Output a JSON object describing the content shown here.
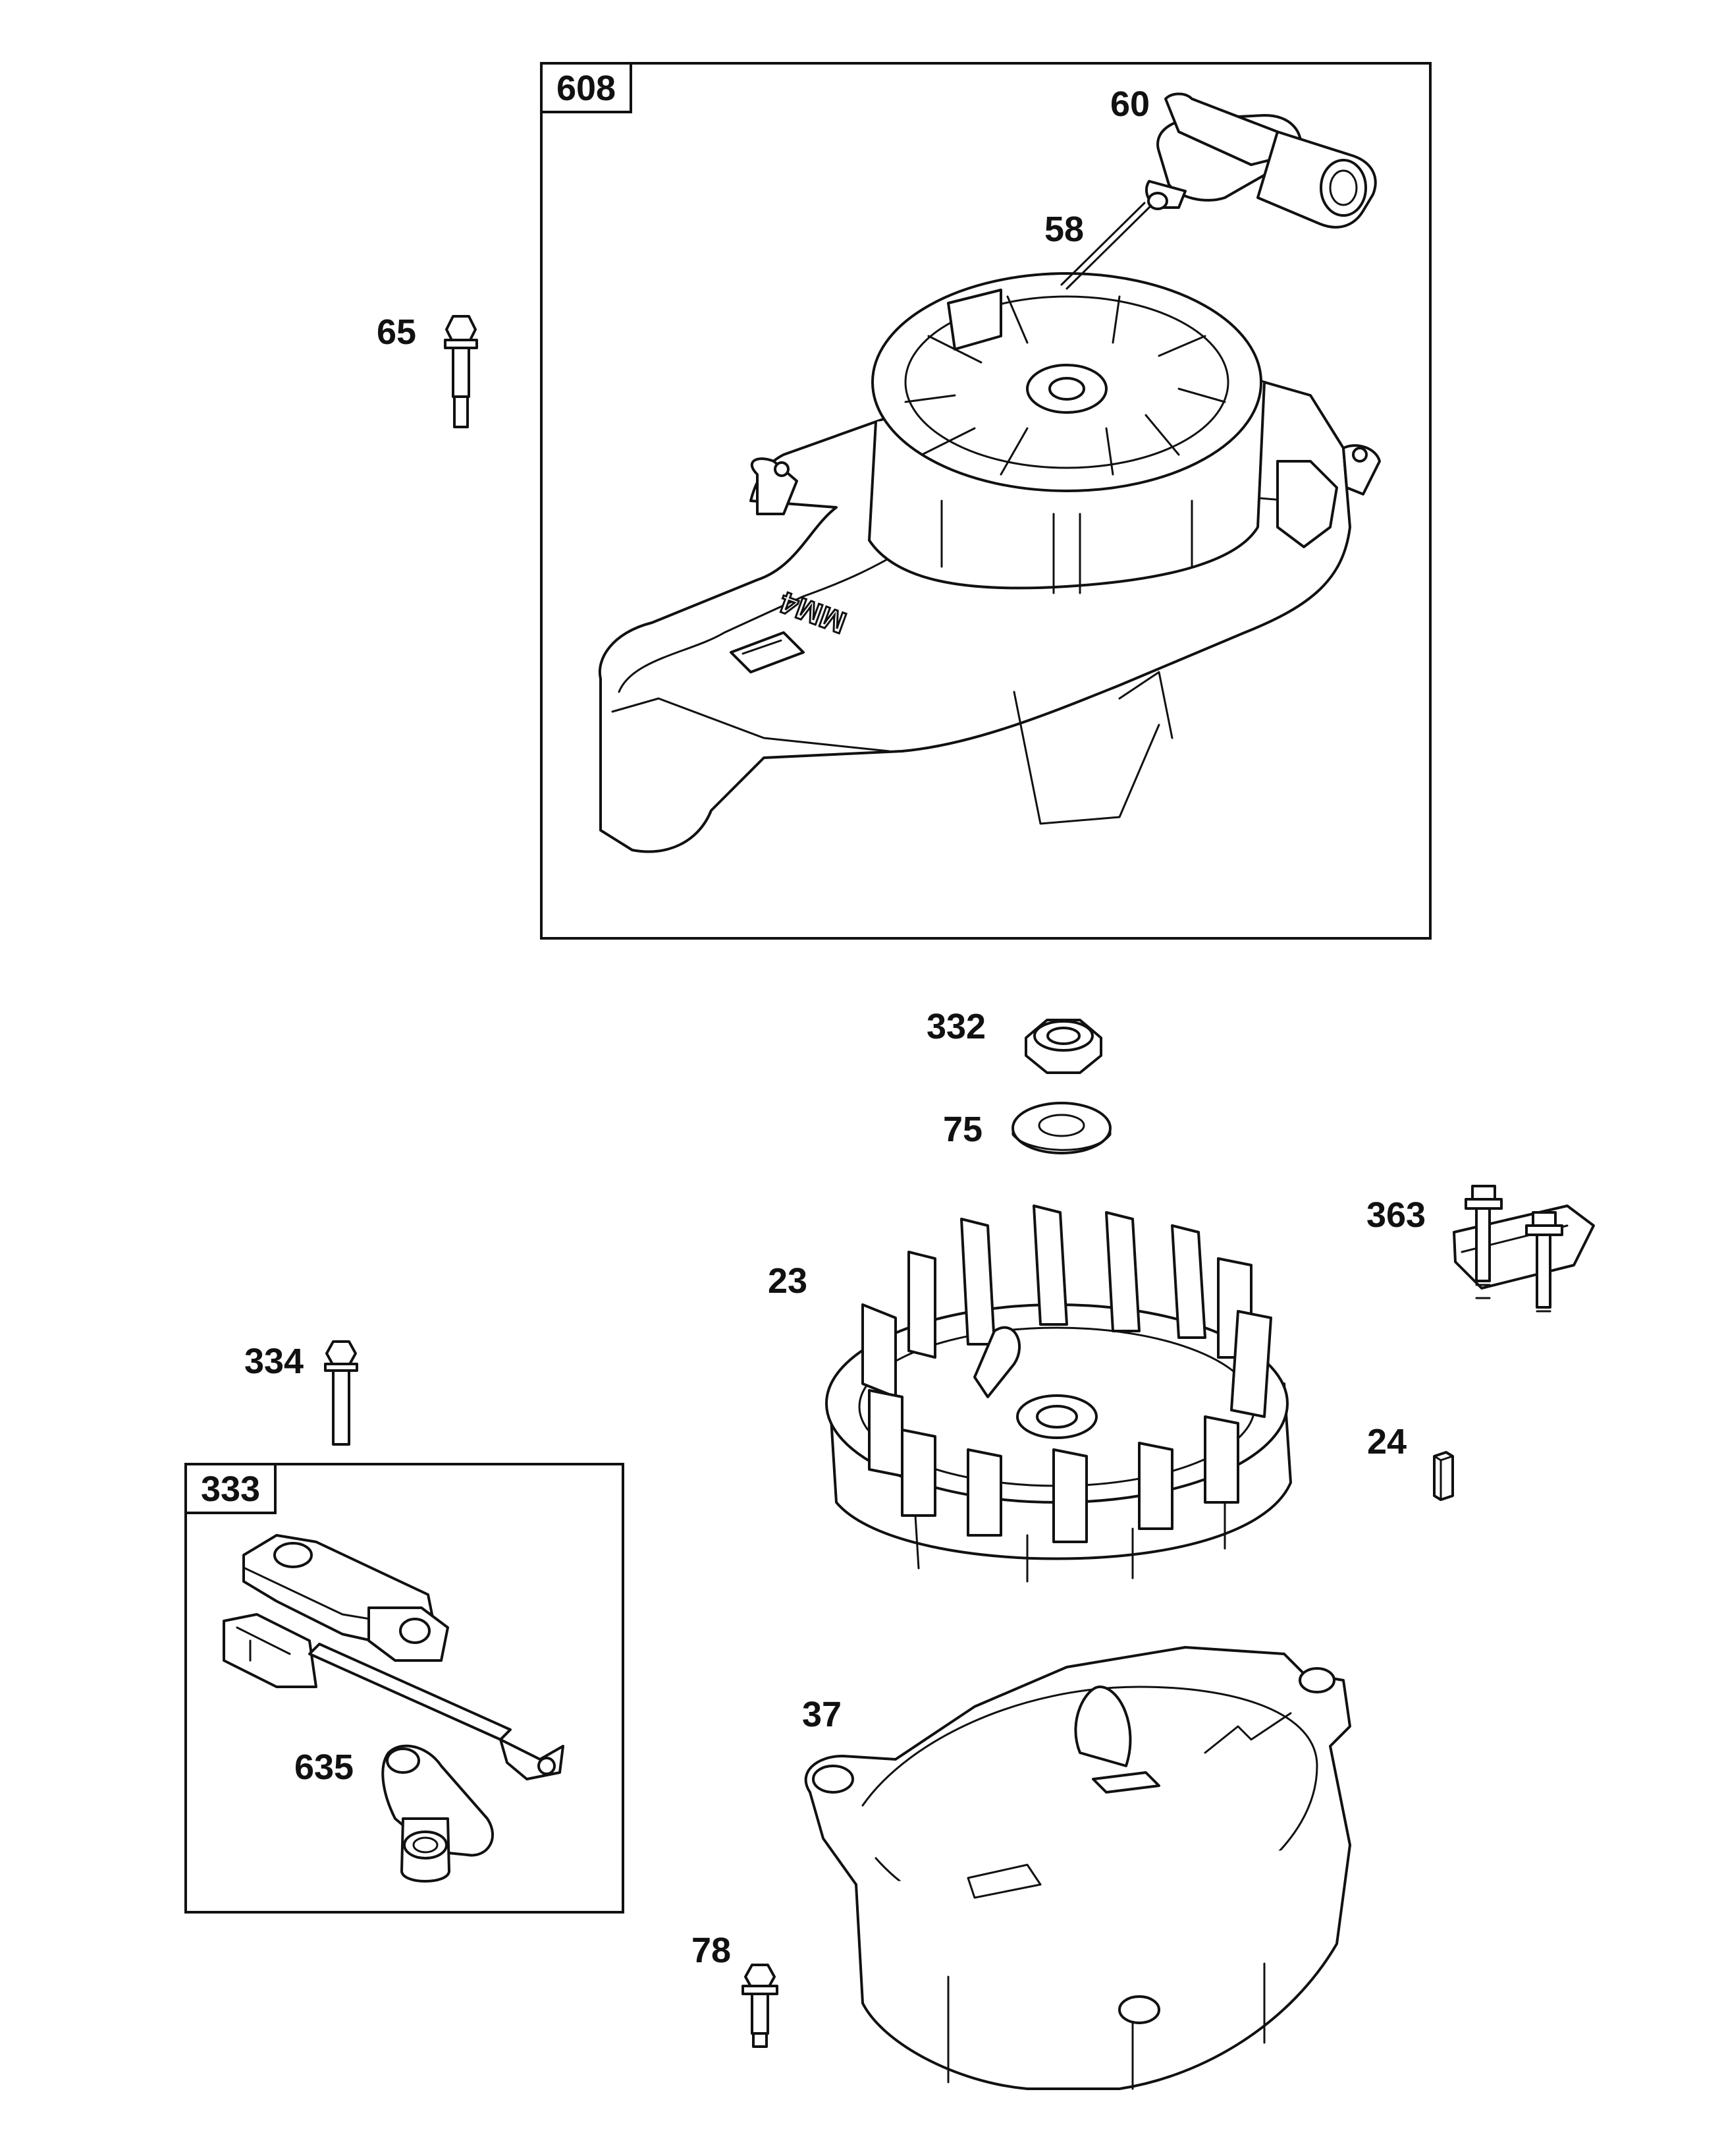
{
  "diagram": {
    "groups": [
      {
        "id": "608",
        "label": "608"
      },
      {
        "id": "333",
        "label": "333"
      }
    ],
    "callouts": [
      {
        "id": "60",
        "label": "60"
      },
      {
        "id": "58",
        "label": "58"
      },
      {
        "id": "65",
        "label": "65"
      },
      {
        "id": "332",
        "label": "332"
      },
      {
        "id": "75",
        "label": "75"
      },
      {
        "id": "363",
        "label": "363"
      },
      {
        "id": "23",
        "label": "23"
      },
      {
        "id": "334",
        "label": "334"
      },
      {
        "id": "24",
        "label": "24"
      },
      {
        "id": "37",
        "label": "37"
      },
      {
        "id": "635",
        "label": "635"
      },
      {
        "id": "78",
        "label": "78"
      }
    ],
    "housing_marking": "MM4"
  }
}
